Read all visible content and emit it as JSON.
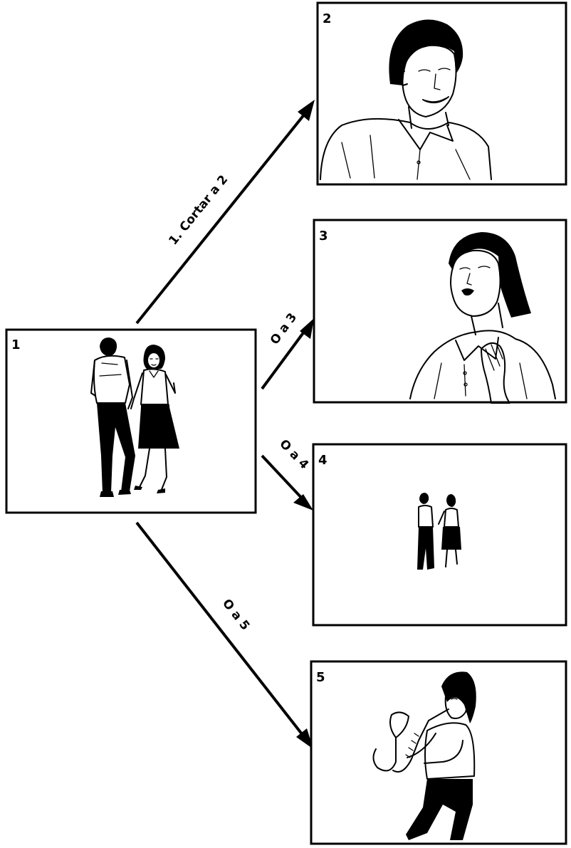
{
  "frames": [
    {
      "number": "1",
      "subject": "couple-walking"
    },
    {
      "number": "2",
      "subject": "man-closeup"
    },
    {
      "number": "3",
      "subject": "woman-closeup"
    },
    {
      "number": "4",
      "subject": "couple-wide"
    },
    {
      "number": "5",
      "subject": "saxophonist"
    }
  ],
  "arrows": [
    {
      "label": "1. Cortar a 2",
      "from": "1",
      "to": "2"
    },
    {
      "label": "O a 3",
      "from": "1",
      "to": "3"
    },
    {
      "label": "O a 4",
      "from": "1",
      "to": "4"
    },
    {
      "label": "O a 5",
      "from": "1",
      "to": "5"
    }
  ]
}
